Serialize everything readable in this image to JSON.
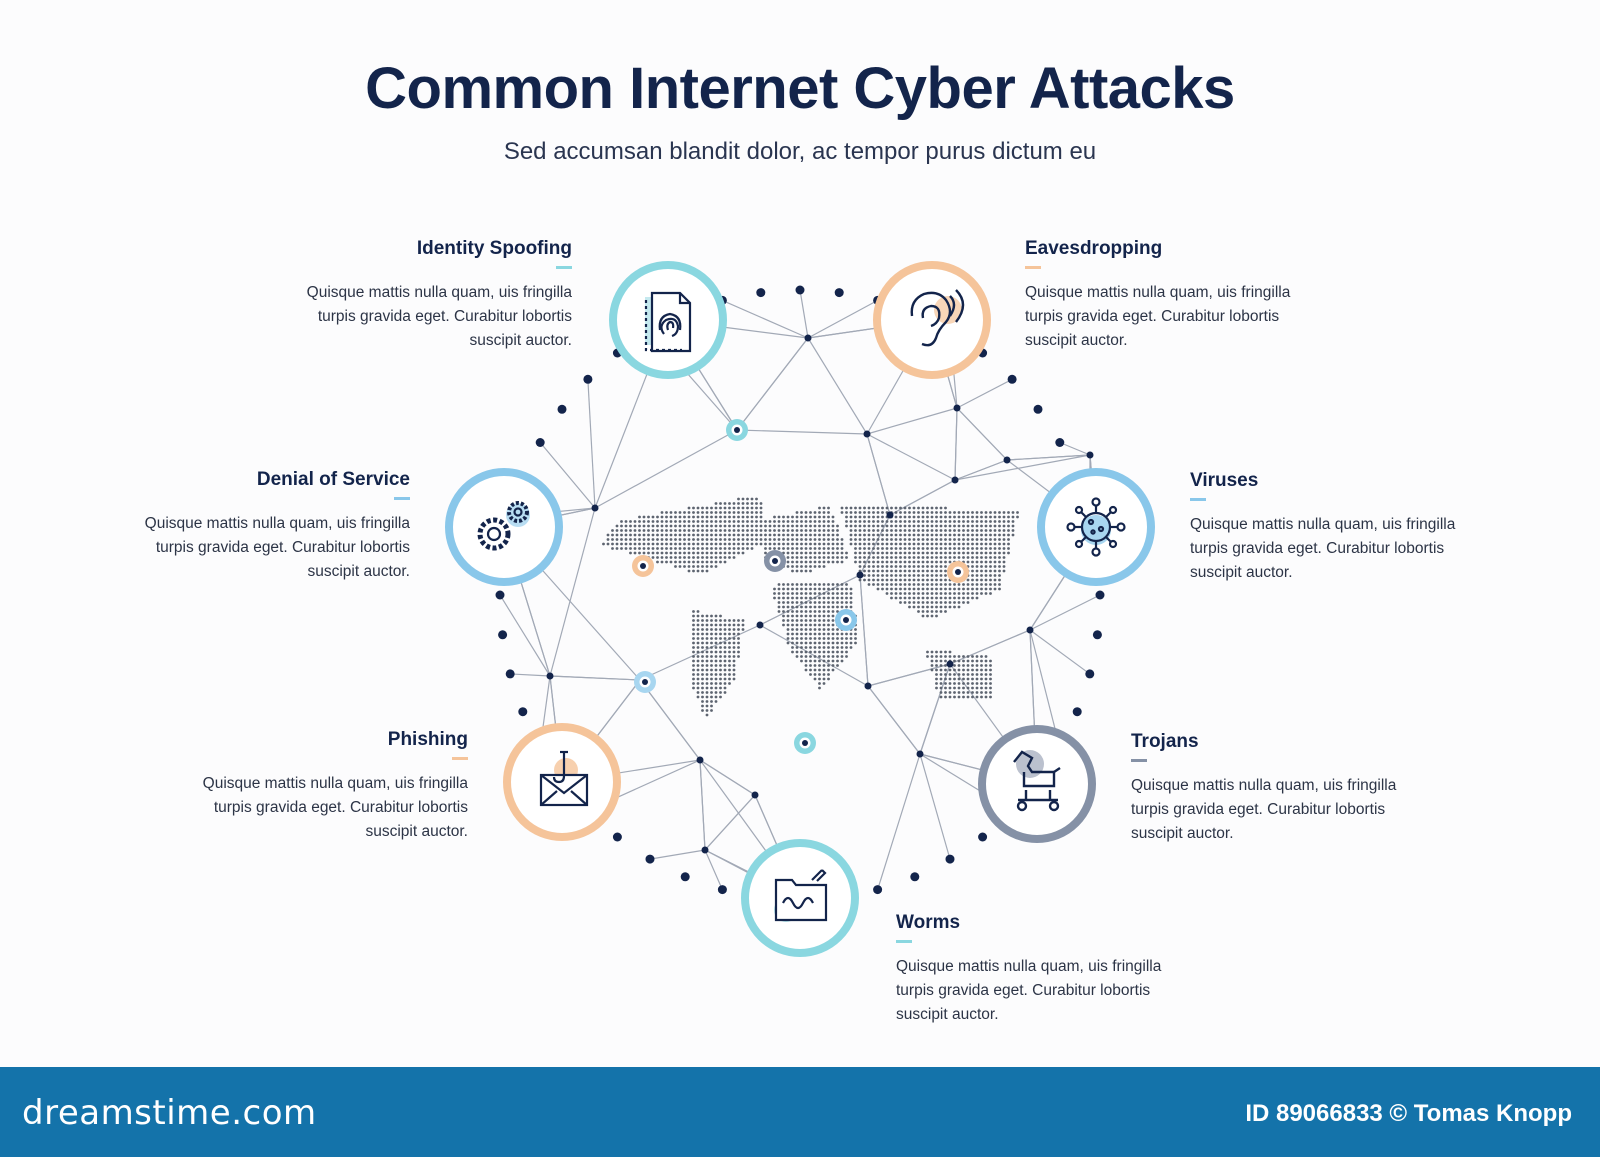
{
  "title": "Common Internet Cyber Attacks",
  "subtitle": "Sed accumsan blandit dolor, ac tempor purus dictum eu",
  "colors": {
    "navy": "#13244b",
    "teal": "#8ad7e0",
    "orange": "#f5c49a",
    "blue": "#89c7ea",
    "slate": "#8591a6",
    "line": "#a2a9b6",
    "footer": "#1473aa"
  },
  "items": [
    {
      "key": "identity",
      "title": "Identity Spoofing",
      "body": "Quisque mattis nulla quam,  uis fringilla turpis gravida eget. Curabitur lobortis suscipit auctor.",
      "icon": "fingerprint-document-icon",
      "color": "teal"
    },
    {
      "key": "eavesdropping",
      "title": "Eavesdropping",
      "body": "Quisque mattis nulla quam,  uis fringilla turpis gravida eget. Curabitur lobortis suscipit auctor.",
      "icon": "ear-icon",
      "color": "orange"
    },
    {
      "key": "dos",
      "title": "Denial of Service",
      "body": "Quisque mattis nulla quam,  uis fringilla turpis gravida eget. Curabitur lobortis suscipit auctor.",
      "icon": "gears-icon",
      "color": "blue"
    },
    {
      "key": "viruses",
      "title": "Viruses",
      "body": "Quisque mattis nulla quam,  uis fringilla turpis gravida eget. Curabitur lobortis suscipit auctor.",
      "icon": "virus-icon",
      "color": "blue"
    },
    {
      "key": "phishing",
      "title": "Phishing",
      "body": "Quisque mattis nulla quam,  uis fringilla turpis gravida eget. Curabitur lobortis suscipit auctor.",
      "icon": "phishing-envelope-icon",
      "color": "orange"
    },
    {
      "key": "trojans",
      "title": "Trojans",
      "body": "Quisque mattis nulla quam,  uis fringilla turpis gravida eget. Curabitur lobortis suscipit auctor.",
      "icon": "trojan-horse-icon",
      "color": "slate"
    },
    {
      "key": "worms",
      "title": "Worms",
      "body": "Quisque mattis nulla quam,  uis fringilla turpis gravida eget. Curabitur lobortis suscipit auctor.",
      "icon": "worm-folder-icon",
      "color": "teal"
    }
  ],
  "footer": {
    "brand": "dreamstime.com",
    "credit": "ID 89066833 © Tomas Knopp"
  }
}
